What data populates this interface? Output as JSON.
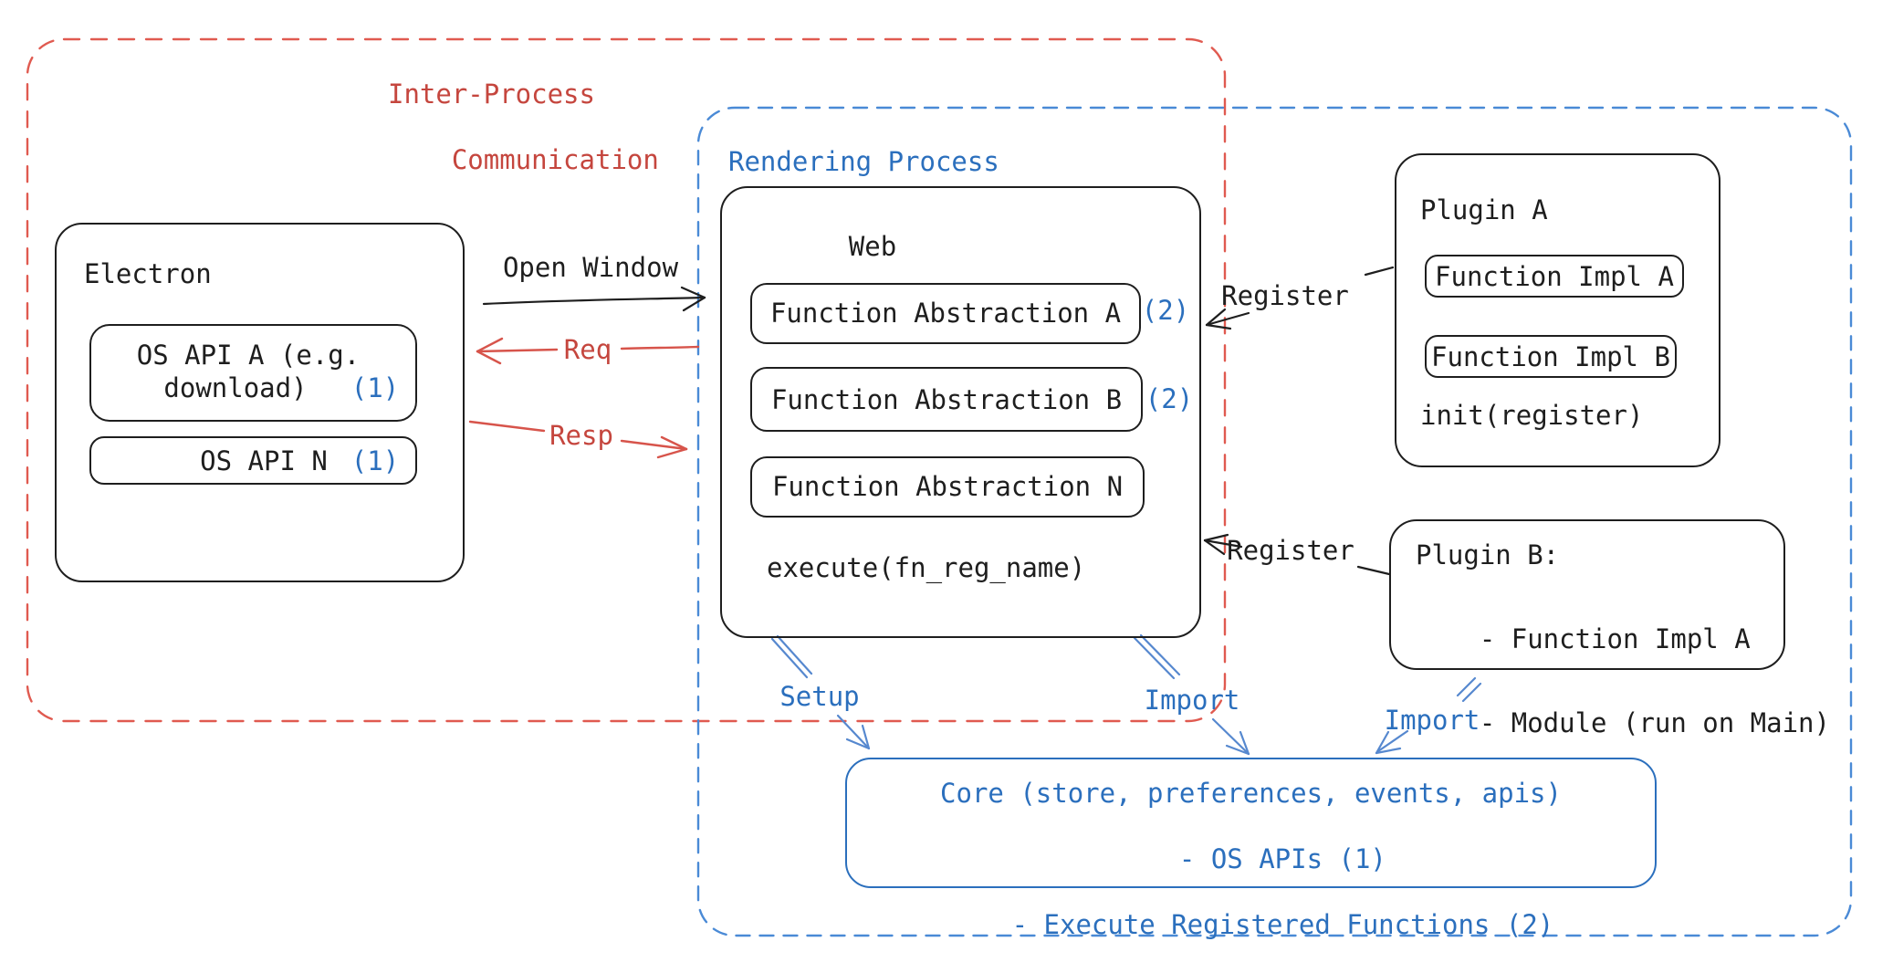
{
  "colors": {
    "black": "#1e1e1e",
    "red_ink": "#c5463e",
    "red_stroke": "#d7544b",
    "red_dash": "#e05a50",
    "blue_ink": "#2b6fbd",
    "blue_stroke": "#5688cf",
    "blue_dash": "#4a8ad6"
  },
  "ipc": {
    "line1": "Inter-Process",
    "line2": "Communication"
  },
  "rendering": {
    "label": "Rendering Process"
  },
  "electron": {
    "title": "Electron",
    "api_a_line1": "OS API A (e.g.",
    "api_a_line2": "download)",
    "api_a_badge": "(1)",
    "api_n_label": "OS API N",
    "api_n_badge": "(1)"
  },
  "web": {
    "title": "Web",
    "fn_a": "Function Abstraction A",
    "fn_a_badge": "(2)",
    "fn_b": "Function Abstraction B",
    "fn_b_badge": "(2)",
    "fn_n": "Function Abstraction N",
    "execute": "execute(fn_reg_name)"
  },
  "plugin_a": {
    "title": "Plugin A",
    "impl_a": "Function Impl A",
    "impl_b": "Function Impl B",
    "init": "init(register)"
  },
  "plugin_b": {
    "line1": "Plugin B:",
    "line2": "- Function Impl A",
    "line3": "- Module (run on Main)"
  },
  "core": {
    "line1": "Core (store, preferences, events, apis)",
    "line2": "- OS APIs (1)",
    "line3": "- Execute Registered Functions (2)"
  },
  "connectors": {
    "open_window": "Open Window",
    "req": "Req",
    "resp": "Resp",
    "register_top": "Register",
    "register_bottom": "Register",
    "setup": "Setup",
    "import_mid": "Import",
    "import_right": "Import"
  }
}
